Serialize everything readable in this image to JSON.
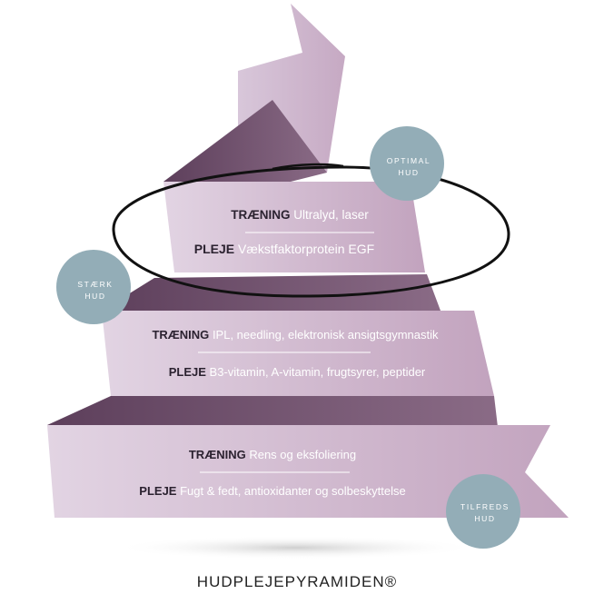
{
  "levels": [
    {
      "key": "top",
      "training_label": "TRÆNING",
      "training_text": "Ultralyd, laser",
      "care_label": "PLEJE",
      "care_text": "Vækstfaktorprotein EGF",
      "badge_line1": "OPTIMAL",
      "badge_line2": "HUD"
    },
    {
      "key": "middle",
      "training_label": "TRÆNING",
      "training_text": "IPL, needling, elektronisk ansigtsgymnastik",
      "care_label": "PLEJE",
      "care_text": "B3-vitamin, A-vitamin, frugtsyrer, peptider",
      "badge_line1": "STÆRK",
      "badge_line2": "HUD"
    },
    {
      "key": "bottom",
      "training_label": "TRÆNING",
      "training_text": "Rens og eksfoliering",
      "care_label": "PLEJE",
      "care_text": "Fugt & fedt, antioxidanter og solbeskyttelse",
      "badge_line1": "TILFREDS",
      "badge_line2": "HUD"
    }
  ],
  "title": "HUDPLEJEPYRAMIDEN®",
  "colors": {
    "ribbon_light": "#dccbdd",
    "ribbon_mid": "#c6a9c3",
    "ribbon_dark": "#6a4a66",
    "badge": "#93adb7",
    "text_dark": "#2b2230",
    "ellipse": "#111111"
  }
}
